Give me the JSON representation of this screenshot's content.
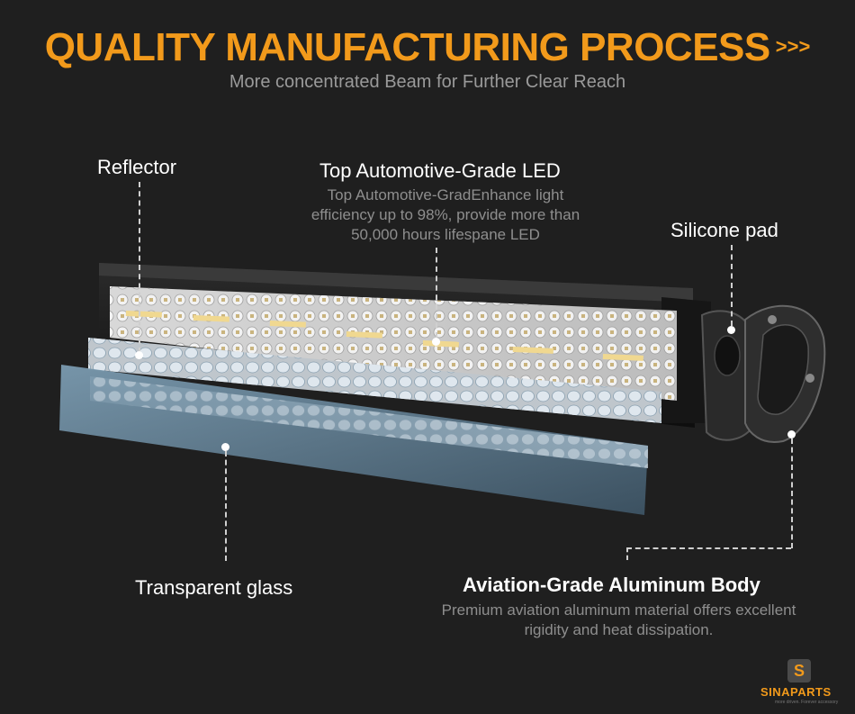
{
  "header": {
    "title": "QUALITY MANUFACTURING PROCESS",
    "arrows": ">>>",
    "subtitle": "More concentrated Beam for Further Clear Reach"
  },
  "callouts": {
    "reflector": {
      "label": "Reflector"
    },
    "led": {
      "label": "Top Automotive-Grade LED",
      "desc_lines": [
        "Top Automotive-GradEnhance light",
        "efficiency up to 98%, provide more than",
        "50,000 hours lifespane LED"
      ]
    },
    "silicone": {
      "label": "Silicone pad"
    },
    "glass": {
      "label": "Transparent glass"
    },
    "body": {
      "label": "Aviation-Grade Aluminum Body",
      "desc_lines": [
        "Premium aviation aluminum material offers excellent",
        "rigidity and heat dissipation."
      ]
    }
  },
  "logo": {
    "badge": "S",
    "brand": "SINAPARTS",
    "tagline": "more driven. Forever accessory"
  },
  "colors": {
    "accent": "#f29a1b",
    "background": "#1f1f1f",
    "label": "#ffffff",
    "description": "#8e8e8e"
  }
}
